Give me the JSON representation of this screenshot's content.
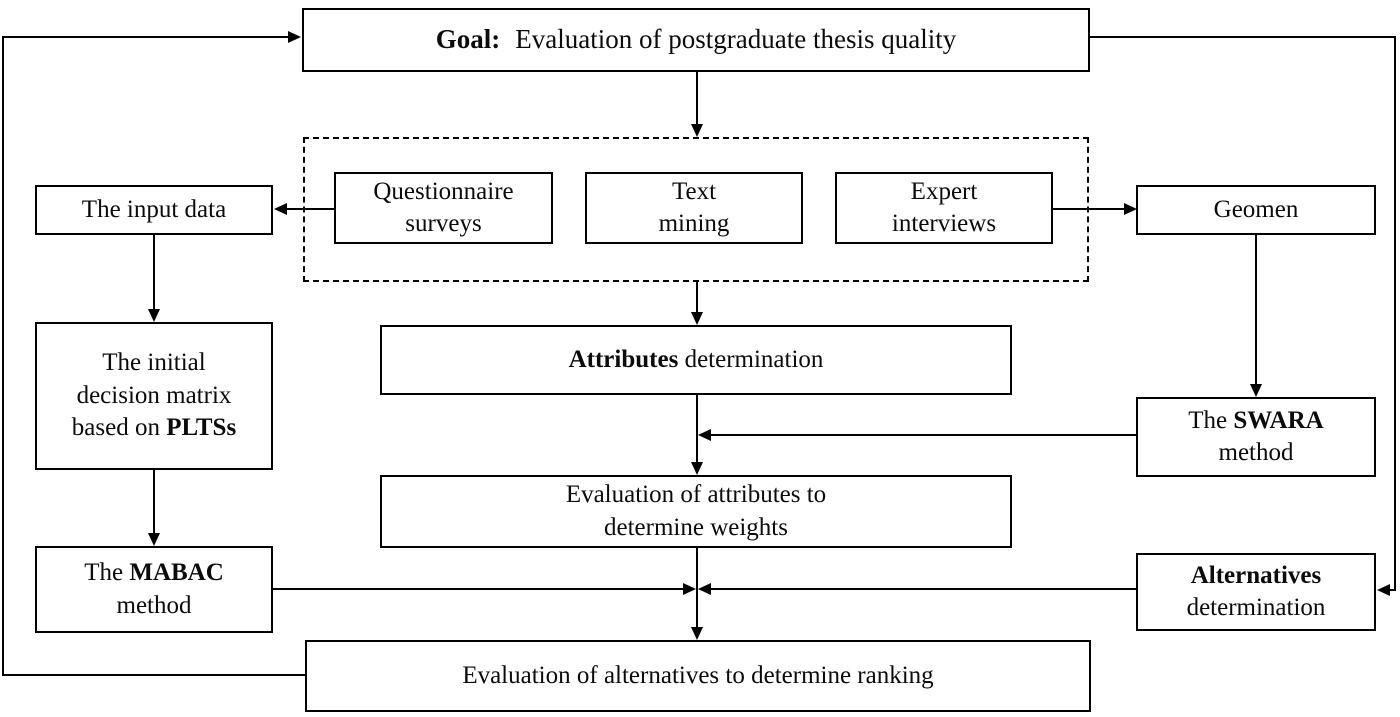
{
  "colors": {
    "ink": "#000000",
    "background": "#ffffff"
  },
  "nodes": {
    "goal": {
      "label_bold": "Goal:",
      "label_rest": "Evaluation of postgraduate thesis quality"
    },
    "questionnaire_surveys": {
      "line1": "Questionnaire",
      "line2": "surveys"
    },
    "text_mining": {
      "line1": "Text",
      "line2": "mining"
    },
    "expert_interviews": {
      "line1": "Expert",
      "line2": "interviews"
    },
    "input_data": {
      "label": "The input data"
    },
    "geomen": {
      "label": "Geomen"
    },
    "initial_decision_matrix": {
      "line1": "The initial",
      "line2": "decision matrix",
      "line3_pre": "based on ",
      "line3_bold": "PLTSs"
    },
    "attributes_determination": {
      "label_bold": "Attributes",
      "label_rest": " determination"
    },
    "swara_method": {
      "line1_pre": "The ",
      "line1_bold": "SWARA",
      "line2": "method"
    },
    "evaluation_attributes": {
      "line1": "Evaluation of attributes to",
      "line2": "determine weights"
    },
    "mabac_method": {
      "line1_pre": "The ",
      "line1_bold": "MABAC",
      "line2": "method"
    },
    "alternatives_determination": {
      "line1_bold": "Alternatives",
      "line2": "determination"
    },
    "evaluation_alternatives": {
      "label": "Evaluation of alternatives to determine ranking"
    }
  }
}
